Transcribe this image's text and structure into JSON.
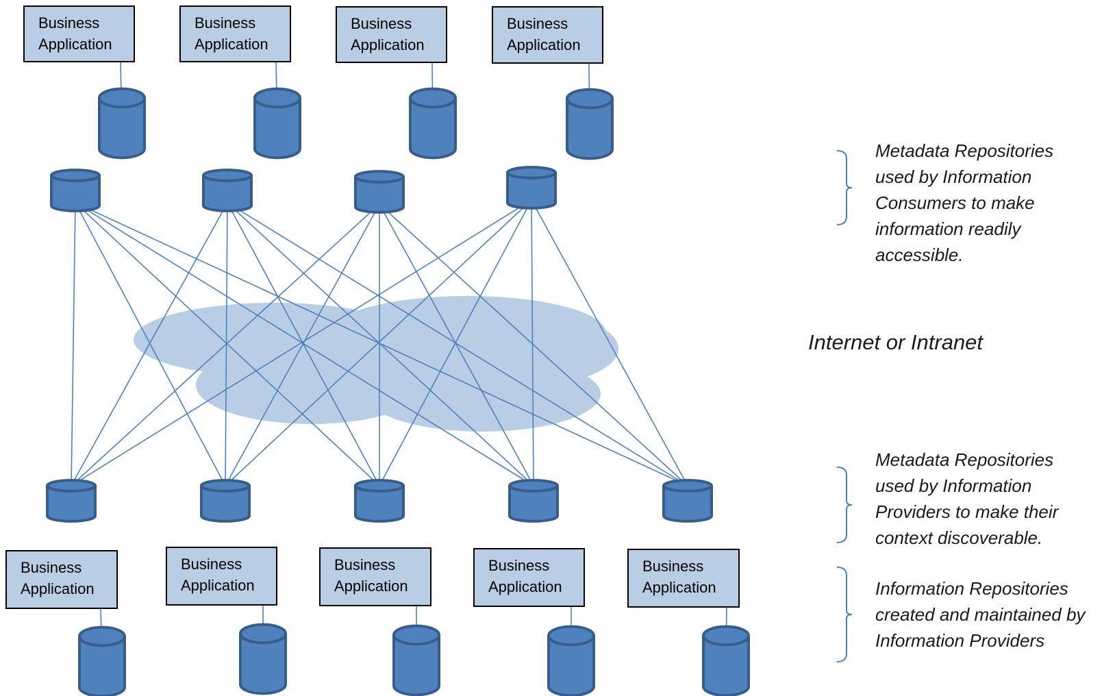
{
  "top_apps": [
    {
      "line1": "Business",
      "line2": "Application"
    },
    {
      "line1": "Business",
      "line2": "Application"
    },
    {
      "line1": "Business",
      "line2": "Application"
    },
    {
      "line1": "Business",
      "line2": "Application"
    }
  ],
  "bottom_apps": [
    {
      "line1": "Business",
      "line2": "Application"
    },
    {
      "line1": "Business",
      "line2": "Application"
    },
    {
      "line1": "Business",
      "line2": "Application"
    },
    {
      "line1": "Business",
      "line2": "Application"
    },
    {
      "line1": "Business",
      "line2": "Application"
    }
  ],
  "annotations": {
    "consumers": [
      "Metadata Repositories",
      "used by Information",
      "Consumers to make",
      "information readily",
      "accessible."
    ],
    "network": "Internet or Intranet",
    "providers": [
      "Metadata Repositories",
      "used by Information",
      "Providers to make their",
      "context discoverable."
    ],
    "information": [
      "Information Repositories",
      "created and maintained by",
      "Information Providers"
    ]
  },
  "colors": {
    "box_fill": "#b9cde5",
    "cylinder_fill": "#4f81bd",
    "cylinder_stroke": "#385d8a",
    "cloud_fill": "#b9cde5",
    "link_line": "#4f81bd",
    "bracket": "#4f81bd"
  }
}
